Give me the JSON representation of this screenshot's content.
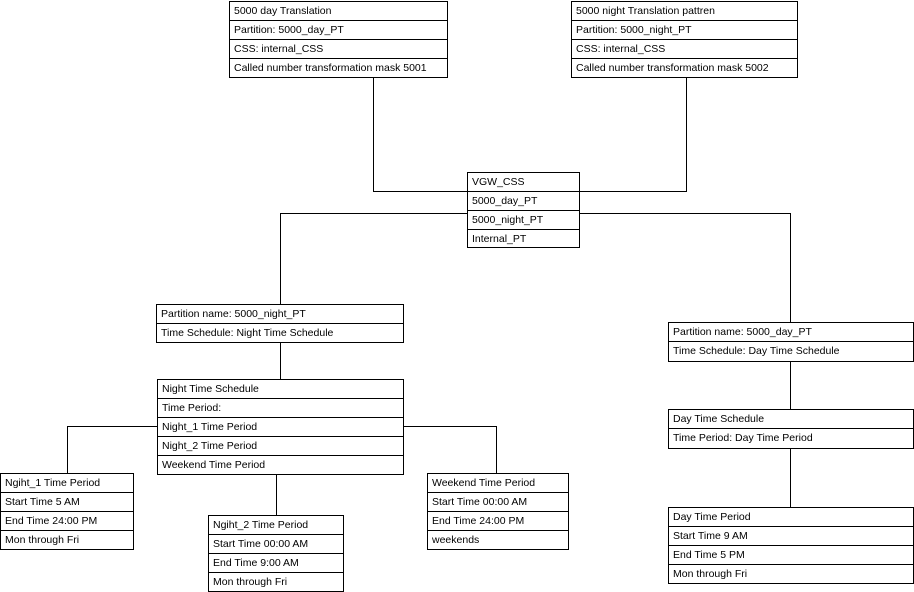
{
  "colors": {
    "line": "#000000",
    "box_border": "#000000",
    "box_fill": "#ffffff",
    "text": "#000000"
  },
  "boxes": {
    "day_translation": {
      "rows": [
        "5000 day Translation",
        "Partition: 5000_day_PT",
        "CSS: internal_CSS",
        "Called number transformation mask 5001"
      ]
    },
    "night_translation": {
      "rows": [
        "5000 night Translation pattren",
        "Partition: 5000_night_PT",
        "CSS: internal_CSS",
        "Called number transformation mask 5002"
      ]
    },
    "vgw_css": {
      "rows": [
        "VGW_CSS",
        "5000_day_PT",
        "5000_night_PT",
        "Internal_PT"
      ]
    },
    "night_partition": {
      "rows": [
        "Partition name: 5000_night_PT",
        "Time Schedule: Night Time Schedule"
      ]
    },
    "day_partition": {
      "rows": [
        "Partition name: 5000_day_PT",
        "Time Schedule: Day Time Schedule"
      ]
    },
    "night_schedule": {
      "rows": [
        "Night  Time Schedule",
        "Time Period:",
        "Night_1 Time Period",
        "Night_2 Time Period",
        "Weekend Time Period"
      ]
    },
    "day_schedule": {
      "rows": [
        "Day Time Schedule",
        "Time Period: Day Time Period"
      ]
    },
    "night1_period": {
      "rows": [
        "Ngiht_1 Time Period",
        "Start Time  5 AM",
        "End Time  24:00 PM",
        "Mon through Fri"
      ]
    },
    "night2_period": {
      "rows": [
        "Ngiht_2 Time Period",
        "Start Time  00:00 AM",
        "End Time  9:00 AM",
        "Mon through Fri"
      ]
    },
    "weekend_period": {
      "rows": [
        "Weekend Time Period",
        "Start Time  00:00 AM",
        "End Time  24:00 PM",
        "weekends"
      ]
    },
    "day_period": {
      "rows": [
        "Day Time Period",
        "Start Time  9 AM",
        "End Time  5 PM",
        "Mon through Fri"
      ]
    }
  }
}
